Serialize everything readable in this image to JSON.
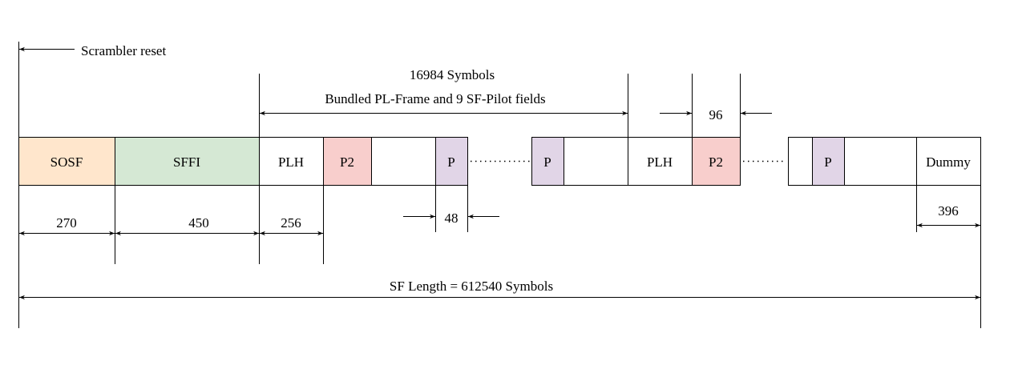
{
  "labels": {
    "scrambler_reset": "Scrambler reset",
    "symbols_16984": "16984 Symbols",
    "bundled": "Bundled PL-Frame and 9 SF-Pilot fields",
    "dim_96": "96",
    "dim_48": "48",
    "dim_270": "270",
    "dim_450": "450",
    "dim_256": "256",
    "dim_396": "396",
    "sf_length": "SF Length = 612540 Symbols"
  },
  "blocks": {
    "sosf": "SOSF",
    "sffi": "SFFI",
    "plh1": "PLH",
    "p2_1": "P2",
    "p_1": "P",
    "p_2": "P",
    "plh2": "PLH",
    "p2_2": "P2",
    "p_3": "P",
    "dummy": "Dummy"
  },
  "colors": {
    "sosf": "#ffe6cc",
    "sffi": "#d5e8d4",
    "p2": "#f8cecc",
    "p": "#e1d5e7"
  }
}
